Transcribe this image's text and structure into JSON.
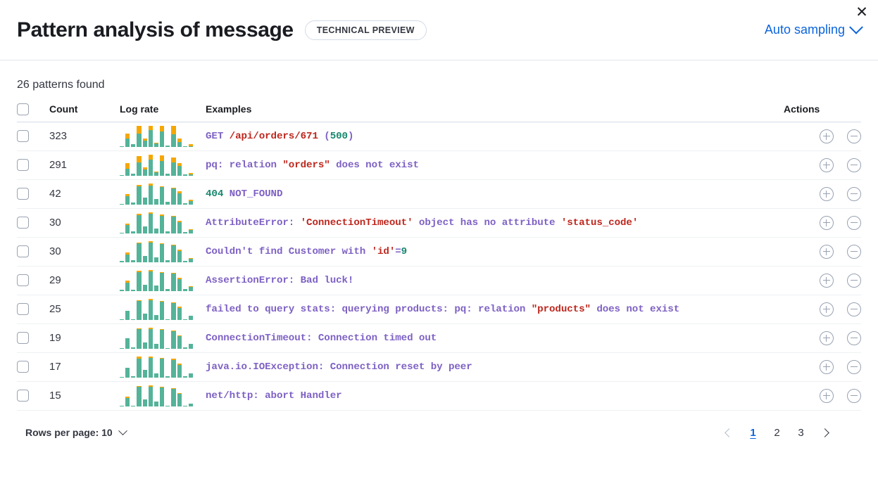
{
  "header": {
    "title": "Pattern analysis of message",
    "badge": "TECHNICAL PREVIEW",
    "sampling_label": "Auto sampling",
    "close_icon": "close-icon",
    "chevron_icon": "chevron-down-icon",
    "accent_color": "#0b64dd"
  },
  "summary": {
    "patterns_found": "26 patterns found"
  },
  "table": {
    "columns": [
      "Count",
      "Log rate",
      "Examples",
      "Actions"
    ],
    "select_all_checkbox": false,
    "colors": {
      "bar_green": "#54b399",
      "bar_orange": "#f5a700"
    },
    "rows": [
      {
        "count": "323",
        "selected": false,
        "example": "GET /api/orders/671 (500)",
        "tokens": [
          {
            "t": "GET ",
            "c": "purple"
          },
          {
            "t": "/api/orders/671",
            "c": "red"
          },
          {
            "t": " (",
            "c": "purple"
          },
          {
            "t": "500",
            "c": "green"
          },
          {
            "t": ")",
            "c": "purple"
          }
        ],
        "sparkline": {
          "green": [
            3,
            38,
            12,
            63,
            29,
            78,
            15,
            70,
            6,
            57,
            22,
            4,
            3
          ],
          "orange": [
            0,
            22,
            0,
            34,
            9,
            20,
            4,
            27,
            0,
            39,
            18,
            0,
            8
          ]
        },
        "actions": [
          "add-filter-icon",
          "remove-filter-icon"
        ]
      },
      {
        "count": "291",
        "selected": false,
        "example": "pq: relation \"orders\" does not exist",
        "tokens": [
          {
            "t": "pq: relation ",
            "c": "purple"
          },
          {
            "t": "\"orders\"",
            "c": "red"
          },
          {
            "t": " does not exist",
            "c": "purple"
          }
        ],
        "sparkline": {
          "green": [
            3,
            31,
            10,
            60,
            27,
            74,
            14,
            66,
            8,
            61,
            43,
            5,
            6
          ],
          "orange": [
            0,
            26,
            0,
            30,
            11,
            22,
            6,
            27,
            0,
            20,
            15,
            0,
            7
          ]
        },
        "actions": [
          "add-filter-icon",
          "remove-filter-icon"
        ]
      },
      {
        "count": "42",
        "selected": false,
        "example": "404 NOT_FOUND",
        "tokens": [
          {
            "t": "404",
            "c": "green"
          },
          {
            "t": " NOT_FOUND",
            "c": "purple"
          }
        ],
        "sparkline": {
          "green": [
            3,
            36,
            8,
            76,
            30,
            80,
            22,
            73,
            10,
            68,
            48,
            6,
            14
          ],
          "orange": [
            0,
            7,
            0,
            6,
            0,
            10,
            0,
            5,
            0,
            4,
            8,
            0,
            6
          ]
        },
        "actions": [
          "add-filter-icon",
          "remove-filter-icon"
        ]
      },
      {
        "count": "30",
        "selected": false,
        "example": "AttributeError: 'ConnectionTimeout' object has no attribute 'status_code'",
        "tokens": [
          {
            "t": "AttributeError: ",
            "c": "purple"
          },
          {
            "t": "'ConnectionTimeout'",
            "c": "red"
          },
          {
            "t": " object has no attribute ",
            "c": "purple"
          },
          {
            "t": "'status_code'",
            "c": "red"
          }
        ],
        "sparkline": {
          "green": [
            3,
            35,
            7,
            78,
            28,
            82,
            20,
            75,
            9,
            70,
            46,
            6,
            13
          ],
          "orange": [
            0,
            6,
            0,
            5,
            0,
            8,
            0,
            5,
            0,
            4,
            7,
            0,
            5
          ]
        },
        "actions": [
          "add-filter-icon",
          "remove-filter-icon"
        ]
      },
      {
        "count": "30",
        "selected": false,
        "example": "Couldn't find Customer with 'id'=9",
        "tokens": [
          {
            "t": "Couldn't find Customer with ",
            "c": "purple"
          },
          {
            "t": "'id'",
            "c": "red"
          },
          {
            "t": "=",
            "c": "purple"
          },
          {
            "t": "9",
            "c": "green"
          }
        ],
        "sparkline": {
          "green": [
            4,
            34,
            8,
            80,
            27,
            84,
            21,
            77,
            8,
            71,
            47,
            5,
            15
          ],
          "orange": [
            0,
            8,
            0,
            5,
            0,
            7,
            0,
            4,
            0,
            3,
            6,
            0,
            4
          ]
        },
        "actions": [
          "add-filter-icon",
          "remove-filter-icon"
        ]
      },
      {
        "count": "29",
        "selected": false,
        "example": "AssertionError: Bad luck!",
        "tokens": [
          {
            "t": "AssertionError: Bad luck!",
            "c": "purple"
          }
        ],
        "sparkline": {
          "green": [
            5,
            36,
            6,
            80,
            25,
            84,
            23,
            78,
            7,
            73,
            50,
            7,
            16
          ],
          "orange": [
            0,
            7,
            0,
            5,
            0,
            6,
            0,
            3,
            0,
            3,
            5,
            0,
            4
          ]
        },
        "actions": [
          "add-filter-icon",
          "remove-filter-icon"
        ]
      },
      {
        "count": "25",
        "selected": false,
        "example": "failed to query stats: querying products: pq: relation \"products\" does not exist",
        "tokens": [
          {
            "t": "failed to query stats: querying products: pq: relation ",
            "c": "purple"
          },
          {
            "t": "\"products\"",
            "c": "red"
          },
          {
            "t": " does not exist",
            "c": "purple"
          }
        ],
        "sparkline": {
          "green": [
            3,
            41,
            4,
            82,
            26,
            86,
            21,
            80,
            4,
            74,
            52,
            4,
            18
          ],
          "orange": [
            0,
            0,
            0,
            5,
            0,
            7,
            0,
            4,
            0,
            3,
            6,
            0,
            0
          ]
        },
        "actions": [
          "add-filter-icon",
          "remove-filter-icon"
        ]
      },
      {
        "count": "19",
        "selected": false,
        "example": "ConnectionTimeout: Connection timed out",
        "tokens": [
          {
            "t": "ConnectionTimeout: Connection timed out",
            "c": "purple"
          }
        ],
        "sparkline": {
          "green": [
            3,
            44,
            5,
            84,
            28,
            86,
            22,
            82,
            4,
            76,
            55,
            6,
            20
          ],
          "orange": [
            0,
            0,
            0,
            5,
            0,
            6,
            0,
            3,
            0,
            3,
            4,
            0,
            0
          ]
        },
        "actions": [
          "add-filter-icon",
          "remove-filter-icon"
        ]
      },
      {
        "count": "17",
        "selected": false,
        "example": "java.io.IOException: Connection reset by peer",
        "tokens": [
          {
            "t": "java.io.IOException: Connection reset by peer",
            "c": "purple"
          }
        ],
        "sparkline": {
          "green": [
            4,
            42,
            6,
            83,
            32,
            86,
            18,
            81,
            5,
            75,
            56,
            5,
            19
          ],
          "orange": [
            0,
            0,
            0,
            7,
            0,
            6,
            0,
            5,
            0,
            8,
            5,
            0,
            0
          ]
        },
        "actions": [
          "add-filter-icon",
          "remove-filter-icon"
        ]
      },
      {
        "count": "15",
        "selected": false,
        "example": "net/http: abort Handler",
        "tokens": [
          {
            "t": "net/http: abort Handler",
            "c": "purple"
          }
        ],
        "sparkline": {
          "green": [
            3,
            38,
            4,
            85,
            29,
            87,
            20,
            83,
            4,
            78,
            54,
            4,
            12
          ],
          "orange": [
            0,
            6,
            0,
            5,
            0,
            6,
            0,
            4,
            0,
            3,
            4,
            0,
            0
          ]
        },
        "actions": [
          "add-filter-icon",
          "remove-filter-icon"
        ]
      }
    ]
  },
  "footer": {
    "rows_per_page_label": "Rows per page: 10",
    "prev_arrow": "chevron-left-icon",
    "next_arrow": "chevron-right-icon",
    "pages": [
      "1",
      "2",
      "3"
    ],
    "active_page": "1"
  }
}
